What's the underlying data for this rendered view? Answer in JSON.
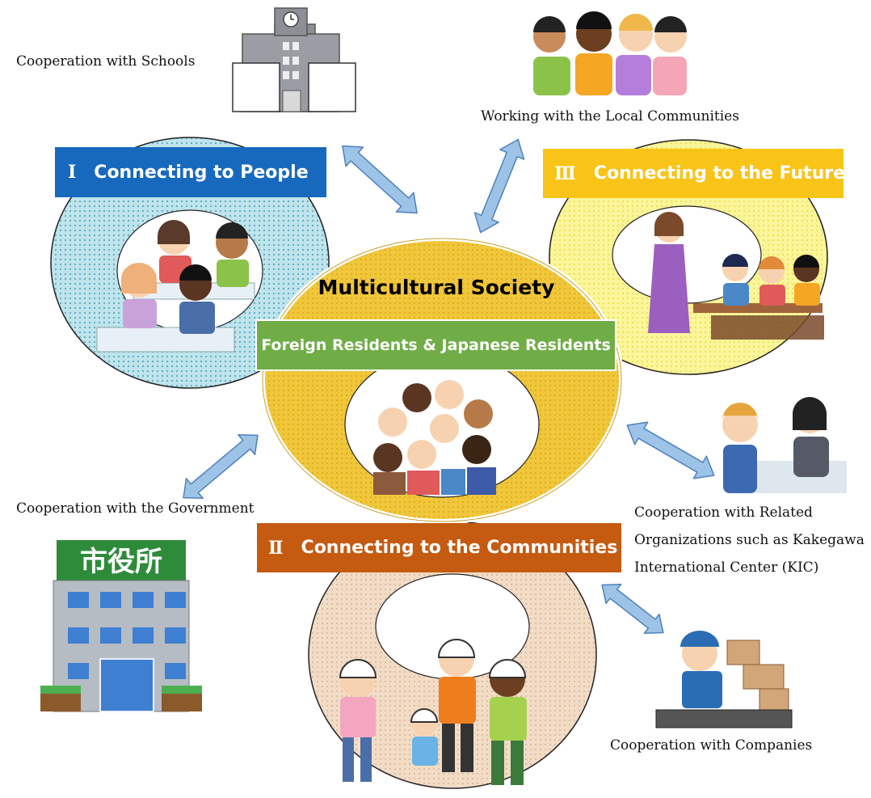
{
  "center": {
    "title": "Multicultural Society",
    "subtitle": "Foreign Residents & Japanese Residents"
  },
  "pillars": {
    "people": {
      "numeral": "Ⅰ",
      "label": "Connecting to People",
      "color": "#1769bd"
    },
    "future": {
      "numeral": "Ⅲ",
      "label": "Connecting to the Future",
      "color": "#f9c418"
    },
    "communities": {
      "numeral": "Ⅱ",
      "label": "Connecting to the Communities",
      "color": "#c55a11"
    }
  },
  "partners": {
    "schools": "Cooperation with Schools",
    "local_communities": "Working with the Local Communities",
    "government": "Cooperation with the Government",
    "kic_line1": "Cooperation with Related",
    "kic_line2": "Organizations such as Kakegawa",
    "kic_line3": "International Center (KIC)",
    "companies": "Cooperation with Companies"
  },
  "city_hall_sign": "市役所",
  "colors": {
    "center_ring": "#f0c73b",
    "people_ring": "#bfe4ec",
    "future_ring": "#fbf59a",
    "communities_ring": "#f2dcc6",
    "subtitle_bg": "#70ad47",
    "arrow_fill": "#9dc3e6",
    "arrow_stroke": "#4f81bd"
  }
}
